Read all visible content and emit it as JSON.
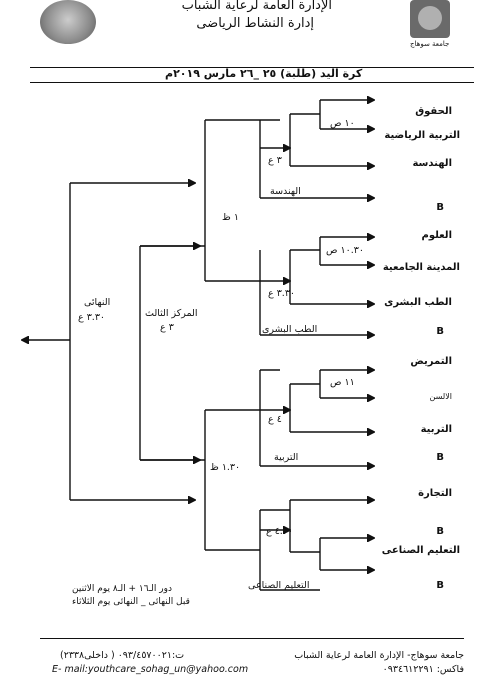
{
  "header": {
    "line1": "الإدارة العامة لرعاية الشباب",
    "line2": "إدارة النشاط الرياضى",
    "university": "جامعة سوهاج"
  },
  "title": "كرة اليد (طلبة) ٢٥ _٢٦ مارس ٢٠١٩م",
  "teams": {
    "t1": "الحقوق",
    "t2": "التربية الرياضية",
    "t3": "الهندسة",
    "t4": "B",
    "t5": "العلوم",
    "t6": "المدينة الجامعية",
    "t7": "الطب البشرى",
    "t8": "B",
    "t9": "التمريض",
    "t10": "الالسن",
    "t11": "التربية",
    "t12": "B",
    "t13": "التجارة",
    "t14": "B",
    "t15": "التعليم الصناعى",
    "t16": "B"
  },
  "matches": {
    "m1_time": "١٠ ص",
    "m2_time": "١٠.٣٠ ص",
    "m3_time": "١١ ص",
    "r2_top_time": "٣ ع",
    "r2_top_winner": "الهندسة",
    "r2_b_time": "٣.٣٠ ع",
    "r2_b_winner": "الطب البشرى",
    "r2_c_time": "٤ ع",
    "r2_c_winner": "التربية",
    "r2_d_time": "٤.٣٠ ع",
    "r2_d_winner": "التعليم الصناعى",
    "semi_top_time": "١ ظ",
    "semi_bottom_time": "١.٣٠ ظ",
    "third_label": "المركز الثالث",
    "third_time": "٣ ع",
    "final_label": "النهائى",
    "final_time": "٣.٣٠ ع"
  },
  "notes": {
    "line1": "دور الـ١٦ + الـ٨ يوم الاثنين",
    "line2": "قبل النهائى _ النهائى يوم الثلاثاء"
  },
  "footer": {
    "right1": "جامعة سوهاج- الإدارة العامة لرعاية الشباب",
    "right2": "فاكس: ٠٩٣٤٦١٢٢٩١",
    "left1": "ت:٠٩٣/٤٥٧٠٠٢١ ( داخلى٢٣٣٨)",
    "left2": "E- mail:youthcare_sohag_un@yahoo.com"
  }
}
